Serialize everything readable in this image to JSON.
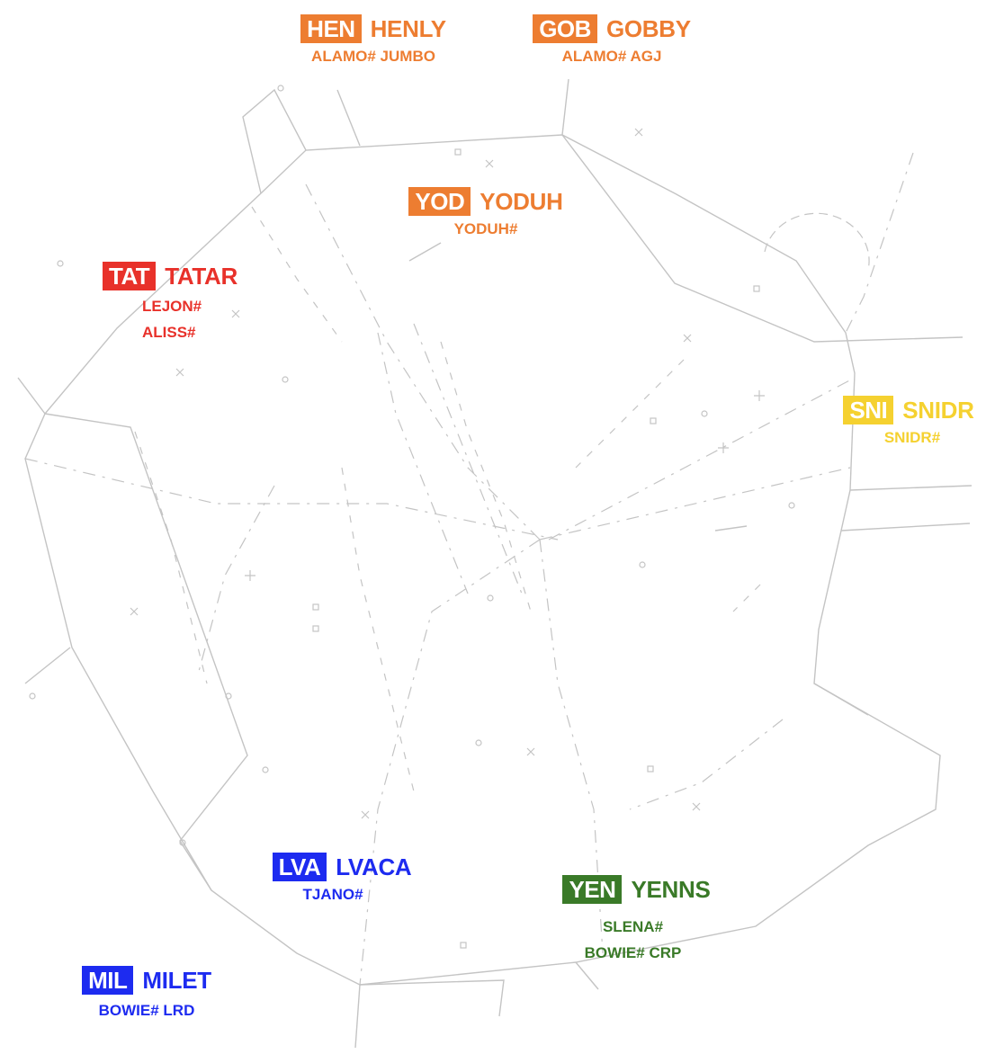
{
  "colors": {
    "orange": "#ED7D31",
    "red": "#E8312A",
    "yellow": "#F5D130",
    "blue": "#1D2BF0",
    "green": "#3A7A28",
    "linework": "#c4c4c4"
  },
  "fixes": [
    {
      "id": "hen",
      "code": "HEN",
      "name": "HENLY",
      "color": "orange",
      "procedures": [
        "ALAMO# JUMBO"
      ]
    },
    {
      "id": "gob",
      "code": "GOB",
      "name": "GOBBY",
      "color": "orange",
      "procedures": [
        "ALAMO# AGJ"
      ]
    },
    {
      "id": "yod",
      "code": "YOD",
      "name": "YODUH",
      "color": "orange",
      "procedures": [
        "YODUH#"
      ]
    },
    {
      "id": "tat",
      "code": "TAT",
      "name": "TATAR",
      "color": "red",
      "procedures": [
        "LEJON#",
        "ALISS#"
      ]
    },
    {
      "id": "sni",
      "code": "SNI",
      "name": "SNIDR",
      "color": "yellow",
      "procedures": [
        "SNIDR#"
      ]
    },
    {
      "id": "lva",
      "code": "LVA",
      "name": "LVACA",
      "color": "blue",
      "procedures": [
        "TJANO#"
      ]
    },
    {
      "id": "yen",
      "code": "YEN",
      "name": "YENNS",
      "color": "green",
      "procedures": [
        "SLENA#",
        "BOWIE# CRP"
      ]
    },
    {
      "id": "mil",
      "code": "MIL",
      "name": "MILET",
      "color": "blue",
      "procedures": [
        "BOWIE# LRD"
      ]
    }
  ]
}
